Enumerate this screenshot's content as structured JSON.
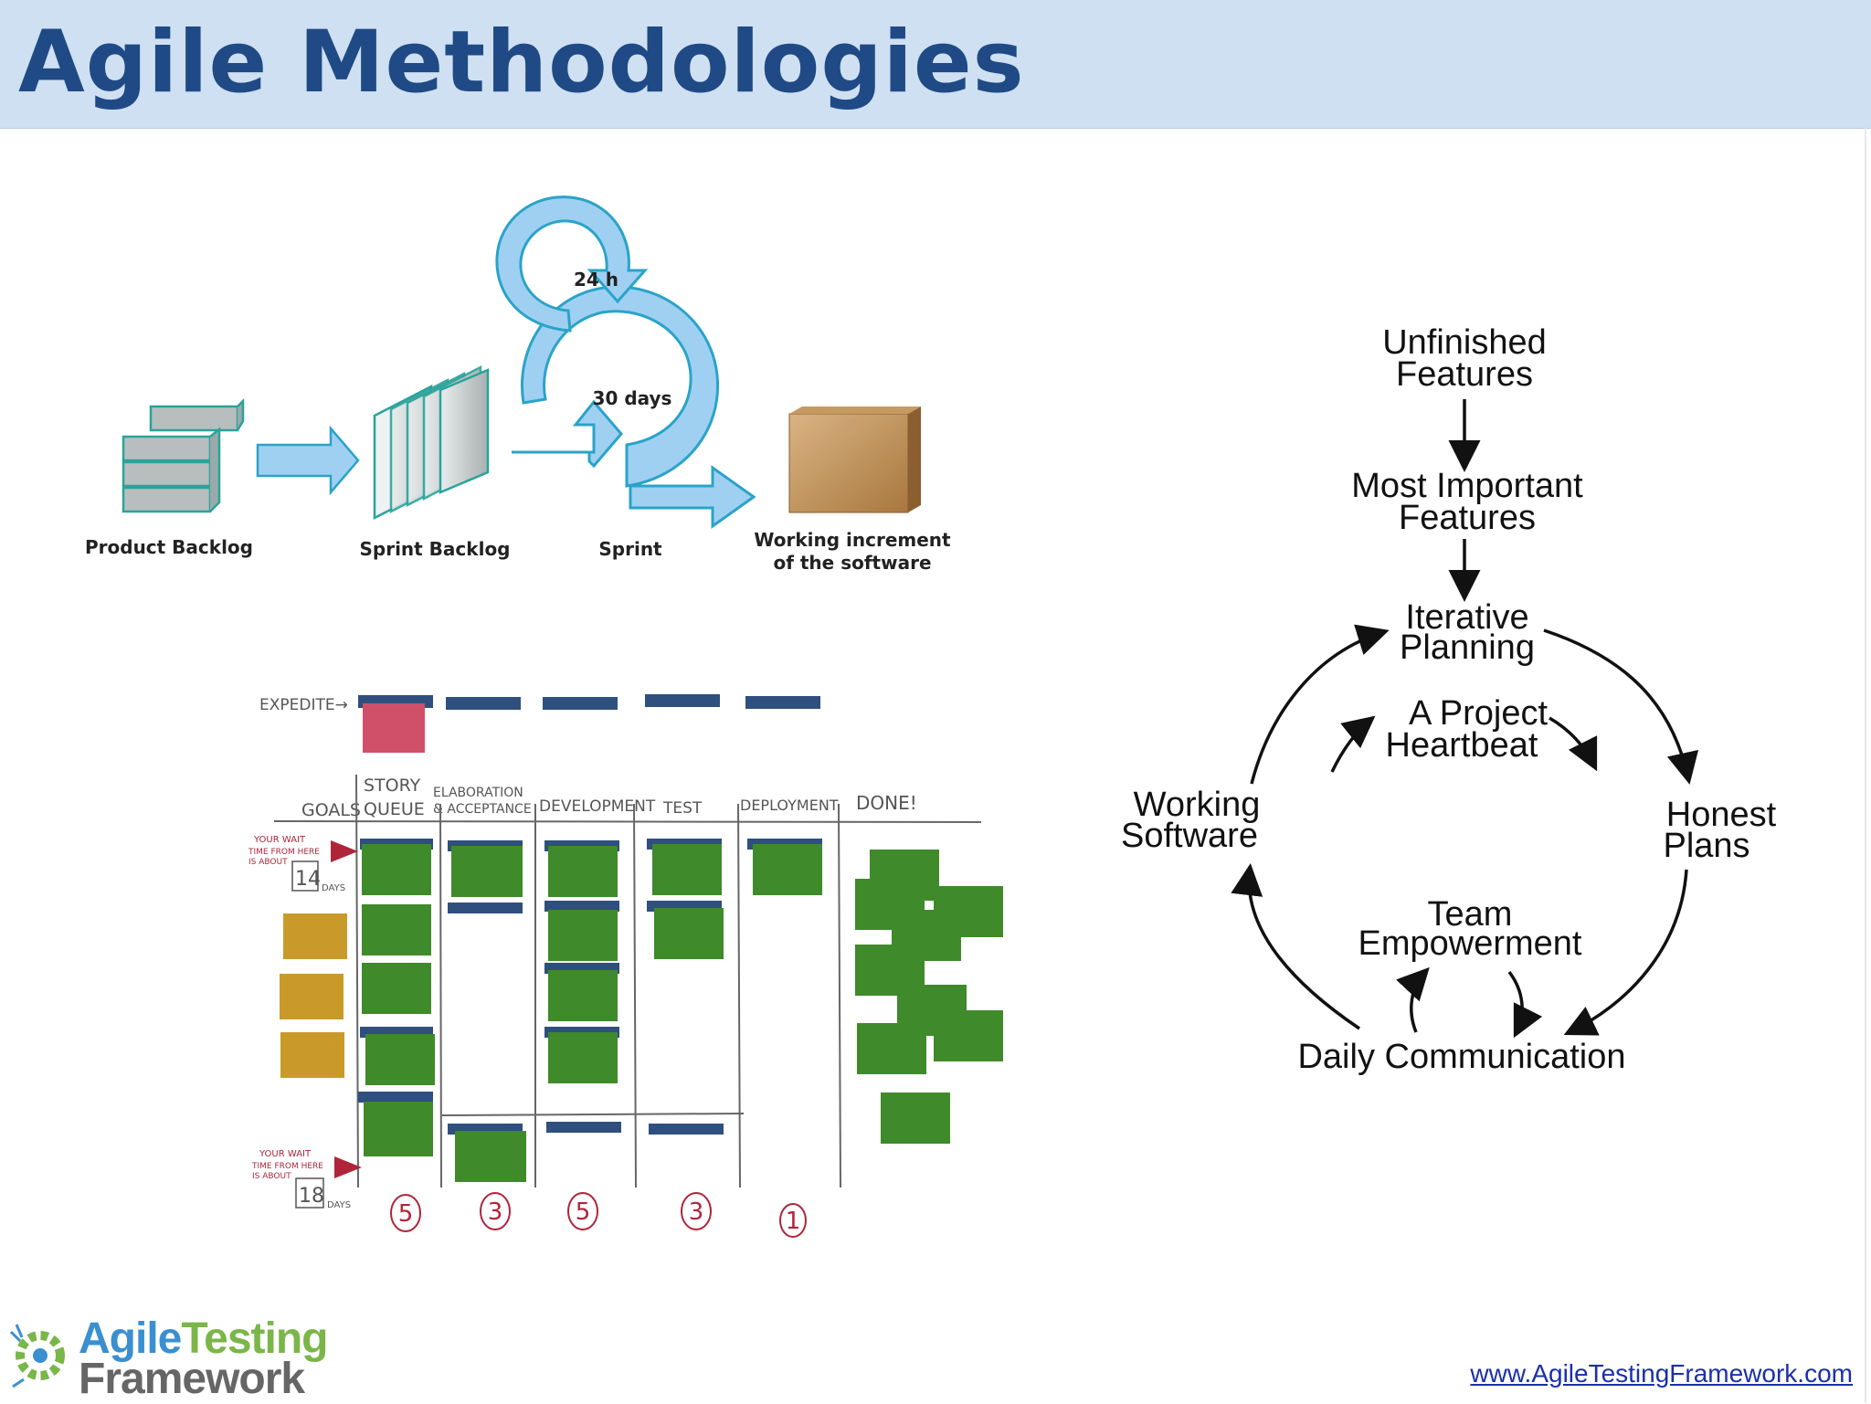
{
  "slide": {
    "title": "Agile Methodologies",
    "footer_url": "www.AgileTestingFramework.com",
    "logo": {
      "line1_a": "Agile",
      "line1_b": "Testing",
      "line2": "Framework"
    }
  },
  "scrum": {
    "loop_small": "24 h",
    "loop_large": "30 days",
    "stages": [
      "Product Backlog",
      "Sprint Backlog",
      "Sprint"
    ],
    "output_line1": "Working increment",
    "output_line2": "of the software"
  },
  "kanban": {
    "expedite_label": "EXPEDITE→",
    "goals_label": "GOALS",
    "columns": [
      {
        "line1": "STORY",
        "line2": "QUEUE",
        "wip": "5"
      },
      {
        "line1": "ELABORATION",
        "line2": "& ACCEPTANCE",
        "wip": "3"
      },
      {
        "line1": "DEVELOPMENT",
        "line2": "",
        "wip": "5"
      },
      {
        "line1": "TEST",
        "line2": "",
        "wip": "3"
      },
      {
        "line1": "DEPLOYMENT",
        "line2": "",
        "wip": "1"
      },
      {
        "line1": "DONE!",
        "line2": "",
        "wip": ""
      }
    ],
    "wait_top": {
      "text1": "YOUR WAIT",
      "text2": "TIME FROM HERE",
      "text3": "IS ABOUT",
      "days": "14",
      "unit": "DAYS"
    },
    "wait_bottom": {
      "text1": "YOUR WAIT",
      "text2": "TIME FROM HERE",
      "text3": "IS ABOUT",
      "days": "18",
      "unit": "DAYS"
    },
    "colors": {
      "story": "#3f8a2a",
      "blocker": "#2f4f7f",
      "expedite": "#d0506a",
      "goal": "#c99a2a"
    }
  },
  "cycle": {
    "top1": [
      "Unfinished",
      "Features"
    ],
    "top2": [
      "Most Important",
      "Features"
    ],
    "iterative": [
      "Iterative",
      "Planning"
    ],
    "heartbeat": [
      "A Project",
      "Heartbeat"
    ],
    "honest": [
      "Honest",
      "Plans"
    ],
    "working": [
      "Working",
      "Software"
    ],
    "team": [
      "Team",
      "Empowerment"
    ],
    "daily": "Daily Communication"
  }
}
